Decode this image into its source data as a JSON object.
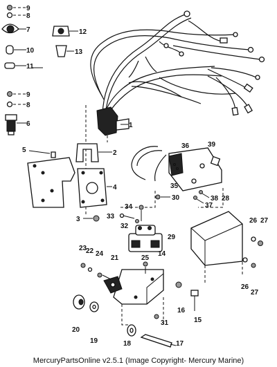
{
  "diagram": {
    "callouts": [
      "1",
      "2",
      "3",
      "4",
      "5",
      "6",
      "7",
      "8",
      "9",
      "10",
      "11",
      "12",
      "13",
      "14",
      "15",
      "16",
      "17",
      "18",
      "19",
      "20",
      "21",
      "22",
      "23",
      "24",
      "25",
      "26",
      "27",
      "28",
      "29",
      "30",
      "31",
      "32",
      "33",
      "34",
      "35",
      "36",
      "37",
      "38",
      "39"
    ]
  },
  "footer": {
    "caption": "MercuryPartsOnline v2.5.1 (Image Copyright- Mercury Marine)"
  }
}
